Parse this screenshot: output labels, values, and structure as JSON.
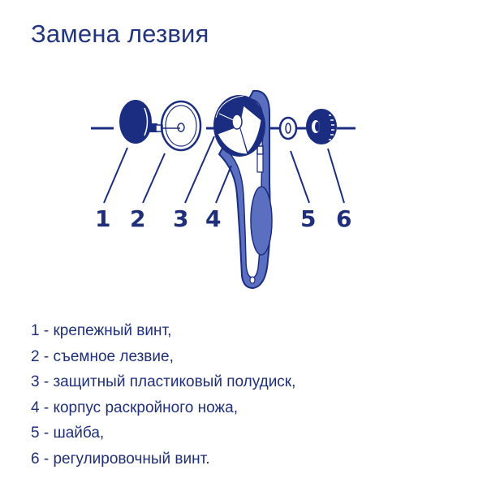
{
  "title": "Замена лезвия",
  "colors": {
    "primary": "#1f2f7a",
    "dark_part": "#1b2d80",
    "light_part": "#5a6fc0"
  },
  "diagram": {
    "labels": [
      "1",
      "2",
      "3",
      "4",
      "5",
      "6"
    ],
    "parts": [
      {
        "id": 1,
        "icon": "mounting-screw-icon"
      },
      {
        "id": 2,
        "icon": "blade-icon"
      },
      {
        "id": 3,
        "icon": "plastic-half-disk-icon"
      },
      {
        "id": 4,
        "icon": "cutter-body-icon"
      },
      {
        "id": 5,
        "icon": "washer-icon"
      },
      {
        "id": 6,
        "icon": "adjusting-screw-icon"
      }
    ]
  },
  "legend": {
    "items": [
      "1 - крепежный винт,",
      "2 - съемное лезвие,",
      "3 - защитный пластиковый полудиск,",
      "4 - корпус раскройного ножа,",
      "5 - шайба,",
      "6 - регулировочный винт."
    ]
  }
}
